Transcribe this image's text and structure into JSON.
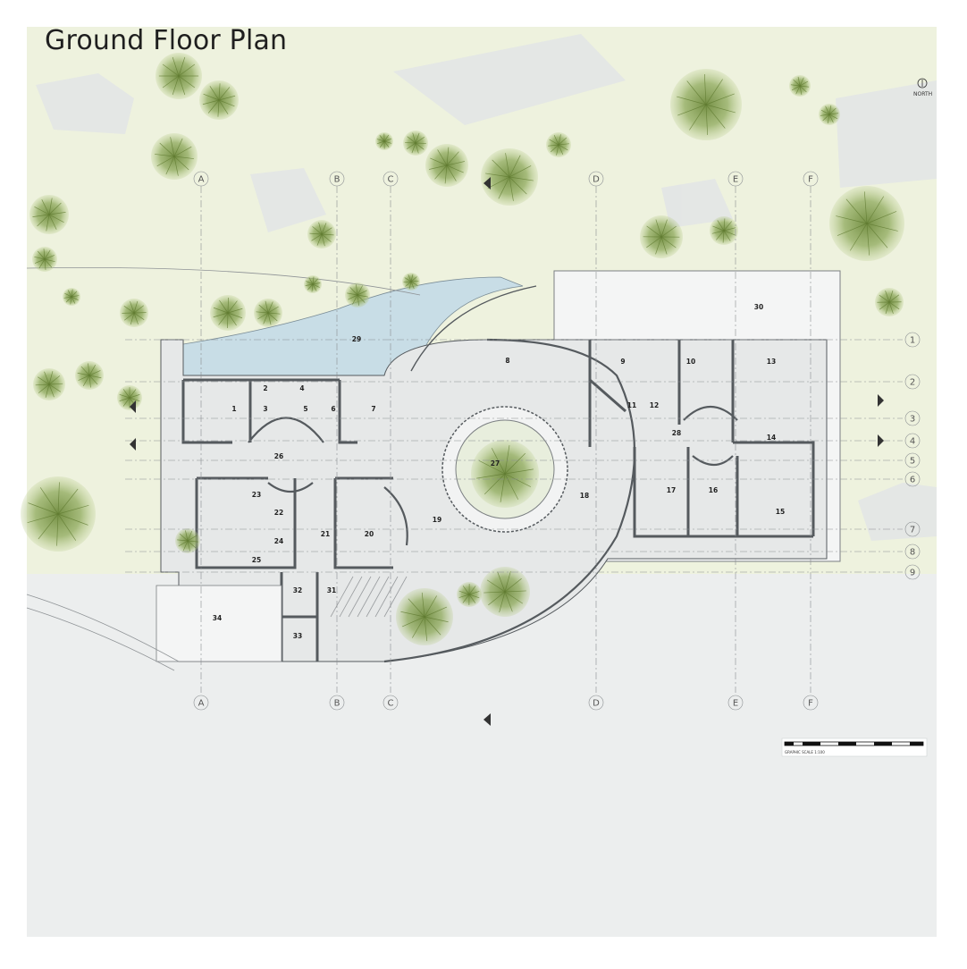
{
  "title": "Ground Floor Plan",
  "north_label": "NORTH",
  "scale_label": "GRAPHIC SCALE 1:100",
  "grid_columns": [
    "A",
    "B",
    "C",
    "D",
    "E",
    "F"
  ],
  "grid_rows": [
    "1",
    "2",
    "3",
    "4",
    "5",
    "6",
    "7",
    "8",
    "9"
  ],
  "rooms": [
    "1",
    "2",
    "3",
    "4",
    "5",
    "6",
    "7",
    "8",
    "9",
    "10",
    "11",
    "12",
    "13",
    "14",
    "15",
    "16",
    "17",
    "18",
    "19",
    "20",
    "21",
    "22",
    "23",
    "24",
    "25",
    "26",
    "27",
    "28",
    "29",
    "30",
    "31",
    "32",
    "33",
    "34"
  ],
  "colors": {
    "site_green": "#eef2de",
    "landscape_grey": "#eceeee",
    "wall": "#555a5e",
    "floor": "#e6e8e8",
    "pool": "#c8dde6",
    "tree": "#8aa060"
  }
}
